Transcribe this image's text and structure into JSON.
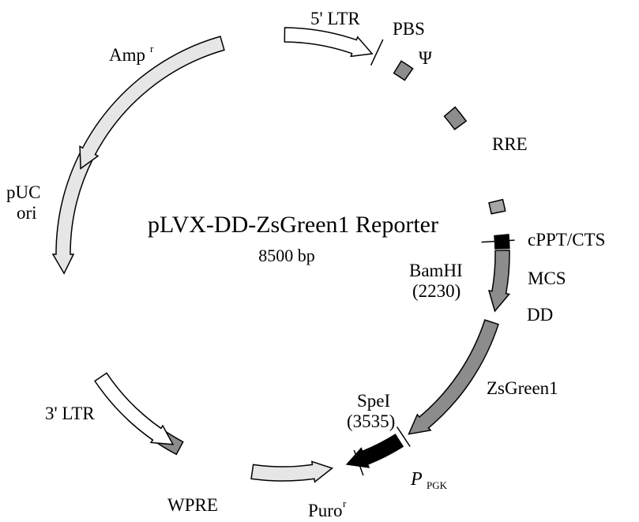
{
  "plasmid": {
    "name": "pLVX-DD-ZsGreen1 Reporter",
    "size": "8500 bp"
  },
  "features": [
    {
      "id": "ltr5",
      "label": "5' LTR",
      "kind": "arrow",
      "fill": "#ffffff"
    },
    {
      "id": "psi",
      "label": "Ψ",
      "kind": "box",
      "fill": "#8c8c8c"
    },
    {
      "id": "rre",
      "label": "RRE",
      "kind": "box",
      "fill": "#8c8c8c"
    },
    {
      "id": "cppt",
      "label": "cPPT/CTS",
      "kind": "box",
      "fill": "#a6a6a6"
    },
    {
      "id": "mcs",
      "label": "MCS",
      "kind": "box",
      "fill": "#000000"
    },
    {
      "id": "dd",
      "label": "DD",
      "kind": "arrow",
      "fill": "#8c8c8c"
    },
    {
      "id": "zsgreen",
      "label": "ZsGreen1",
      "kind": "arrow",
      "fill": "#8c8c8c"
    },
    {
      "id": "pgk",
      "label": "P",
      "sub": "PGK",
      "kind": "arrow",
      "fill": "#000000"
    },
    {
      "id": "puro",
      "label": "Puro",
      "sup": "r",
      "kind": "arrow",
      "fill": "#e6e6e6"
    },
    {
      "id": "wpre",
      "label": "WPRE",
      "kind": "box",
      "fill": "#8c8c8c"
    },
    {
      "id": "ltr3",
      "label": "3' LTR",
      "kind": "arrow",
      "fill": "#ffffff"
    },
    {
      "id": "puc",
      "label": "pUC",
      "label2": "ori",
      "kind": "arrow",
      "fill": "#e6e6e6"
    },
    {
      "id": "amp",
      "label": "Amp",
      "sup": "r",
      "kind": "arrow",
      "fill": "#e6e6e6"
    }
  ],
  "sites": [
    {
      "id": "pbs",
      "label": "PBS"
    },
    {
      "id": "bamhi",
      "label": "BamHI",
      "position": "(2230)"
    },
    {
      "id": "spei",
      "label": "SpeI",
      "position": "(3535)"
    }
  ]
}
